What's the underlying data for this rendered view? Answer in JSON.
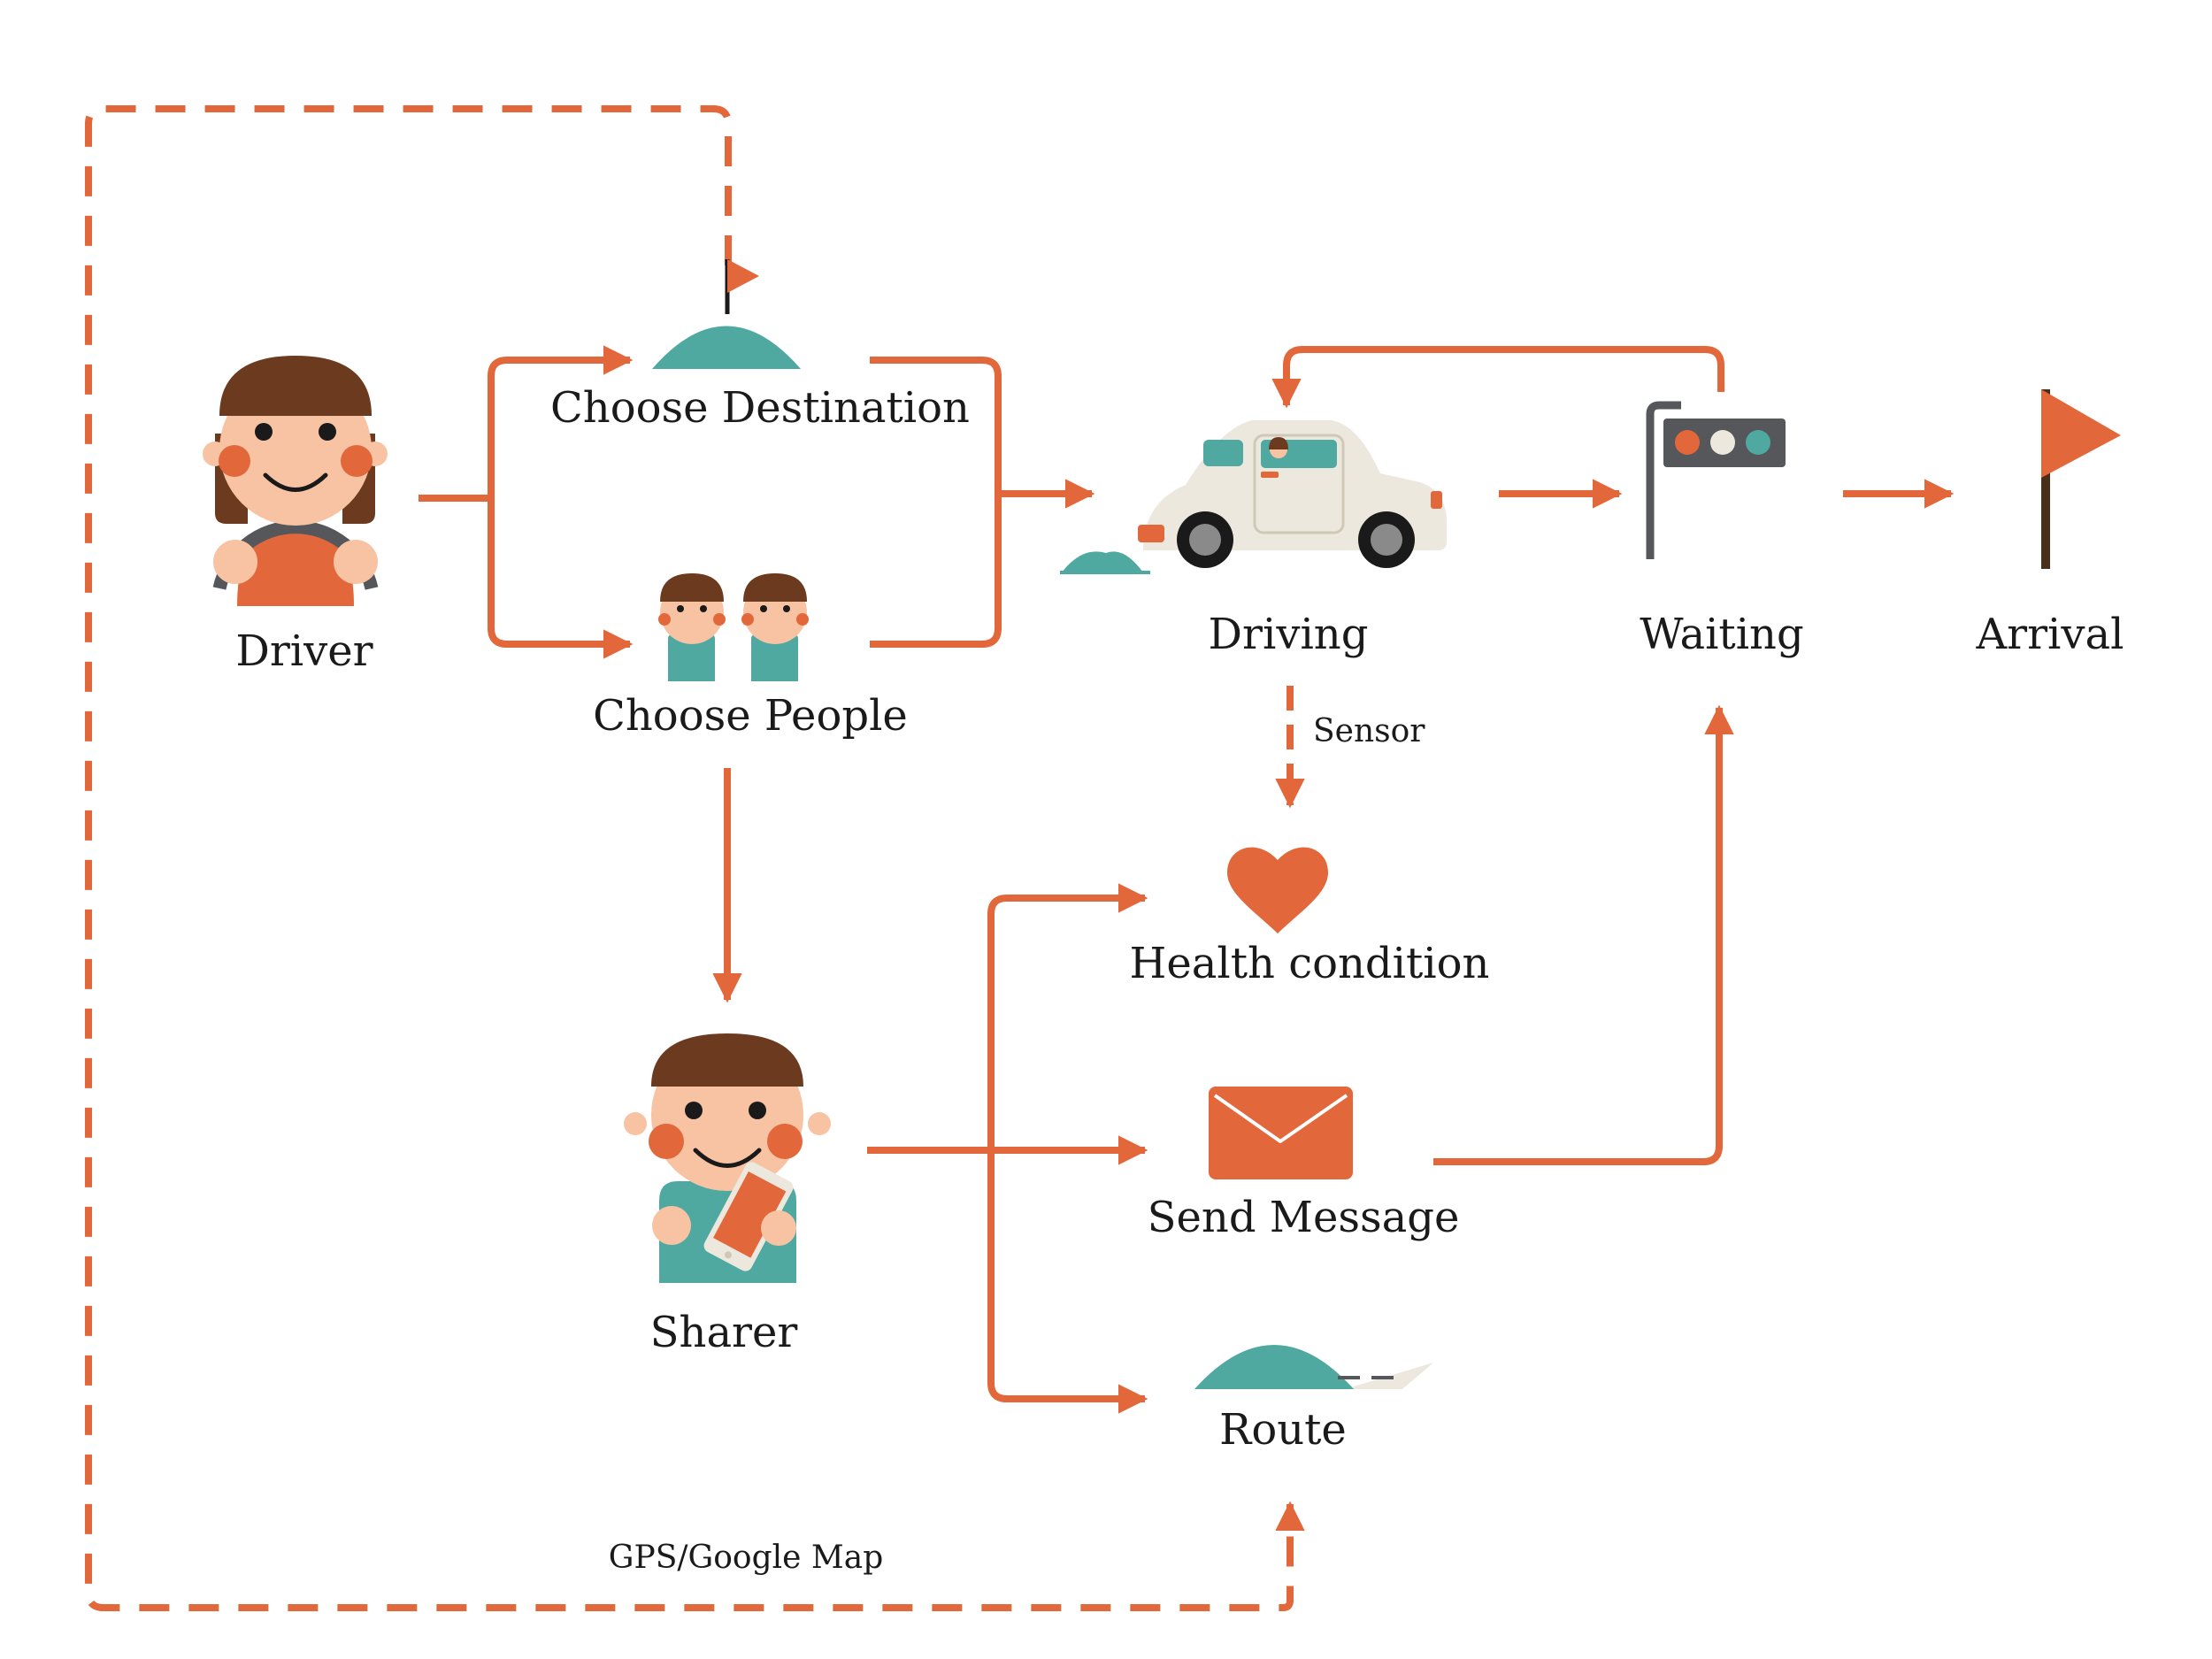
{
  "colors": {
    "accent": "#E2673A",
    "teal": "#4FA9A1",
    "hair": "#6B3A1F",
    "skin": "#F8C3A3",
    "cheek": "#E2673A",
    "car_body": "#EDE8DD",
    "pole": "#55575B",
    "text": "#1a1a1a"
  },
  "nodes": {
    "driver": "Driver",
    "choose_destination": "Choose Destination",
    "choose_people": "Choose People",
    "driving": "Driving",
    "waiting": "Waiting",
    "arrival": "Arrival",
    "health_condition": "Health condition",
    "sharer": "Sharer",
    "send_message": "Send Message",
    "route": "Route"
  },
  "edge_labels": {
    "sensor": "Sensor",
    "gps": "GPS/Google Map"
  },
  "icons": {
    "driver": "driver-at-wheel-icon",
    "destination": "hill-with-flag-icon",
    "people": "two-people-icon",
    "car": "car-icon",
    "traffic_light": "traffic-light-icon",
    "arrival": "finish-flag-icon",
    "health": "heart-icon",
    "sharer": "sharer-with-phone-icon",
    "message": "envelope-icon",
    "route": "road-hill-icon"
  }
}
